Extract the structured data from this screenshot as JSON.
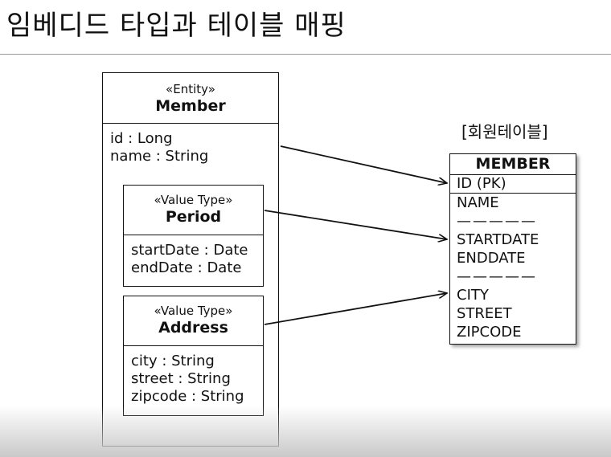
{
  "title": "임베디드 타입과 테이블 매핑",
  "entity": {
    "stereotype": "«Entity»",
    "name": "Member",
    "attributes": [
      "id : Long",
      "name : String"
    ]
  },
  "value_types": [
    {
      "stereotype": "«Value Type»",
      "name": "Period",
      "attributes": [
        "startDate : Date",
        "endDate : Date"
      ]
    },
    {
      "stereotype": "«Value Type»",
      "name": "Address",
      "attributes": [
        "city : String",
        "street : String",
        "zipcode : String"
      ]
    }
  ],
  "table": {
    "caption": "[회원테이블]",
    "name": "MEMBER",
    "pk": "ID (PK)",
    "columns": [
      "NAME",
      "—————",
      "STARTDATE",
      "ENDDATE",
      "—————",
      "CITY",
      "STREET",
      "ZIPCODE"
    ]
  },
  "colors": {
    "line": "#111111",
    "rule": "#9a9a9a"
  }
}
